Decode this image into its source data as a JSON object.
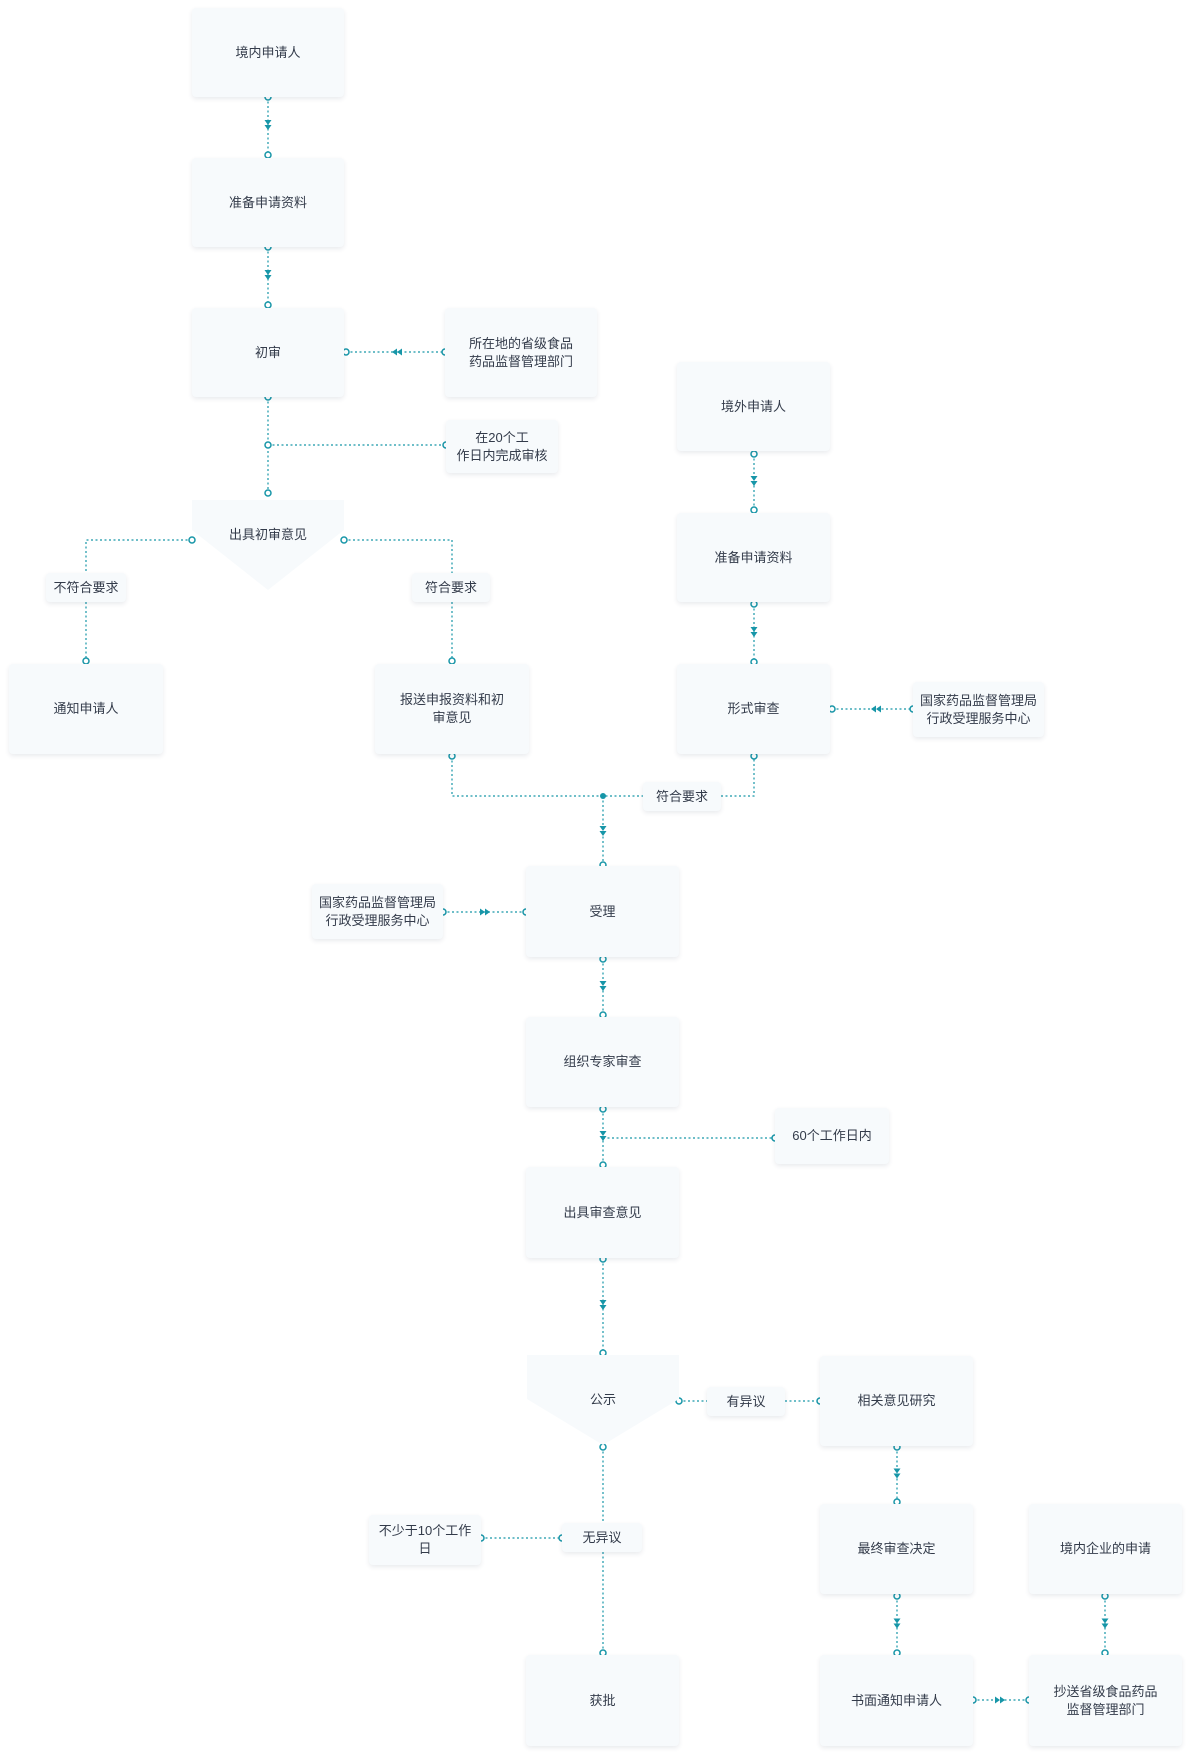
{
  "colors": {
    "connector": "#1796a8",
    "node_fill": "#f7fafc",
    "text": "#333b4a"
  },
  "nodes": {
    "domestic_applicant": "境内申请人",
    "prepare_materials_1": "准备申请资料",
    "preliminary_review": "初审",
    "provincial_dept": "所在地的省级食品\n药品监督管理部门",
    "review_time_20": "在20个工\n作日内完成审核",
    "preliminary_opinion": "出具初审意见",
    "not_meet": "不符合要求",
    "meet_1": "符合要求",
    "notify_applicant": "通知申请人",
    "submit_materials": "报送申报资料和初\n审意见",
    "foreign_applicant": "境外申请人",
    "prepare_materials_2": "准备申请资料",
    "formal_review": "形式审查",
    "national_center_1": "国家药品监督管理局\n行政受理服务中心",
    "meet_2": "符合要求",
    "acceptance": "受理",
    "national_center_2": "国家药品监督管理局\n行政受理服务中心",
    "expert_review": "组织专家审查",
    "within_60": "60个工作日内",
    "review_opinion": "出具审查意见",
    "publicity": "公示",
    "objection": "有异议",
    "opinion_research": "相关意见研究",
    "no_objection": "无异议",
    "min_10_days": "不少于10个工作日",
    "final_decision": "最终审查决定",
    "domestic_enterprise": "境内企业的申请",
    "approved": "获批",
    "written_notice": "书面通知申请人",
    "copy_provincial": "抄送省级食品药品\n监督管理部门"
  }
}
